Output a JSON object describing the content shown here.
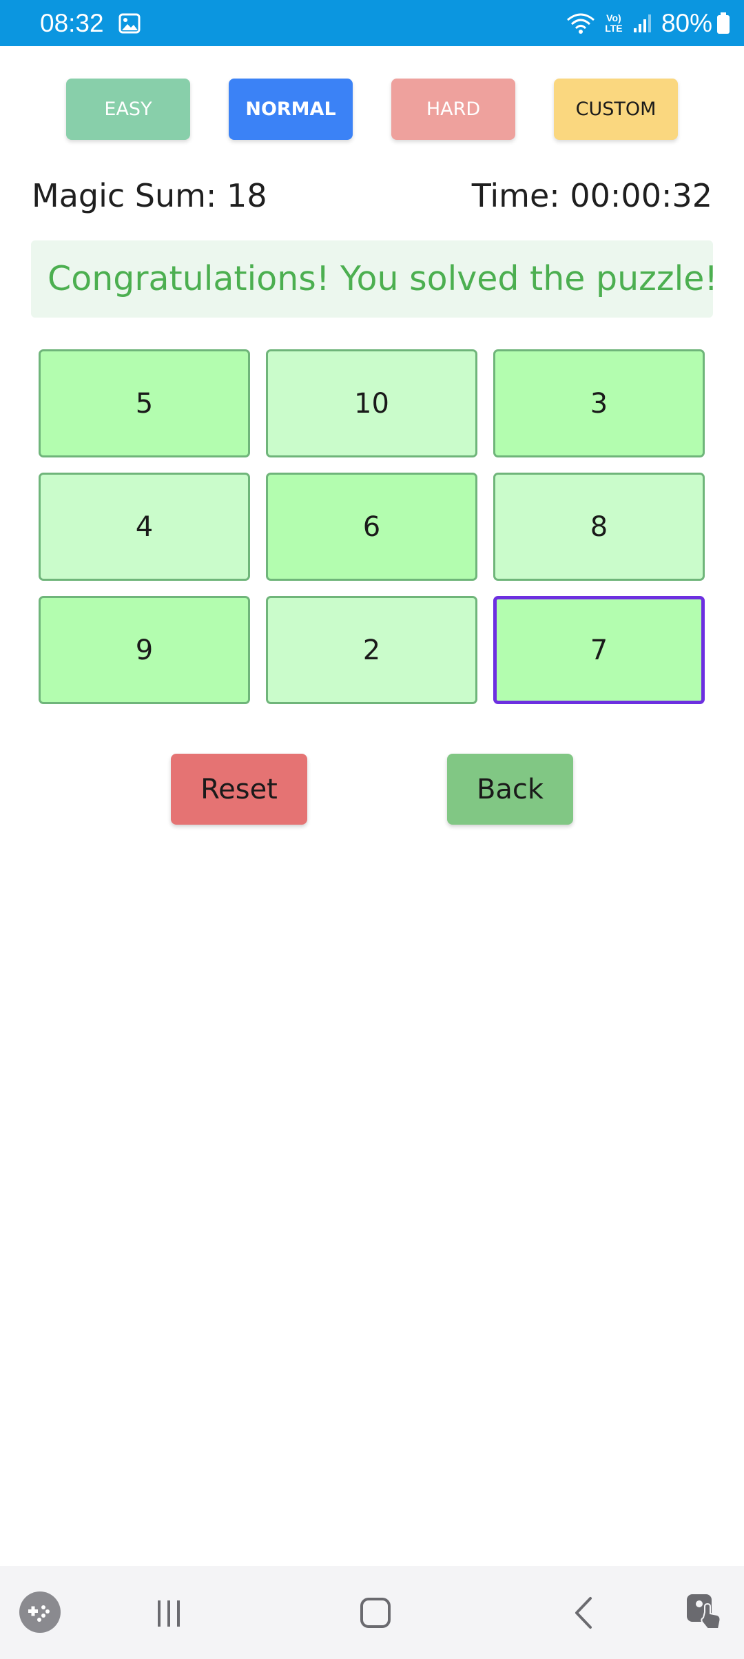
{
  "status_bar": {
    "time": "08:32",
    "network": "Vo) LTE",
    "battery": "80%"
  },
  "difficulty": {
    "easy": "EASY",
    "normal": "NORMAL",
    "hard": "HARD",
    "custom": "CUSTOM",
    "selected": "NORMAL"
  },
  "game": {
    "magic_sum": "Magic Sum: 18",
    "timer": "Time: 00:00:32",
    "message": "Congratulations! You solved the puzzle!",
    "grid": [
      [
        "5",
        "10",
        "3"
      ],
      [
        "4",
        "6",
        "8"
      ],
      [
        "9",
        "2",
        "7"
      ]
    ]
  },
  "actions": {
    "reset": "Reset",
    "back": "Back"
  },
  "colors": {
    "status_bar": "#0b96e0",
    "success_text": "#4caf50",
    "selected_border": "#6d2fe0"
  },
  "nav_icons": [
    "game-launcher-icon",
    "recent-apps-icon",
    "home-icon",
    "back-icon",
    "accessibility-icon"
  ]
}
